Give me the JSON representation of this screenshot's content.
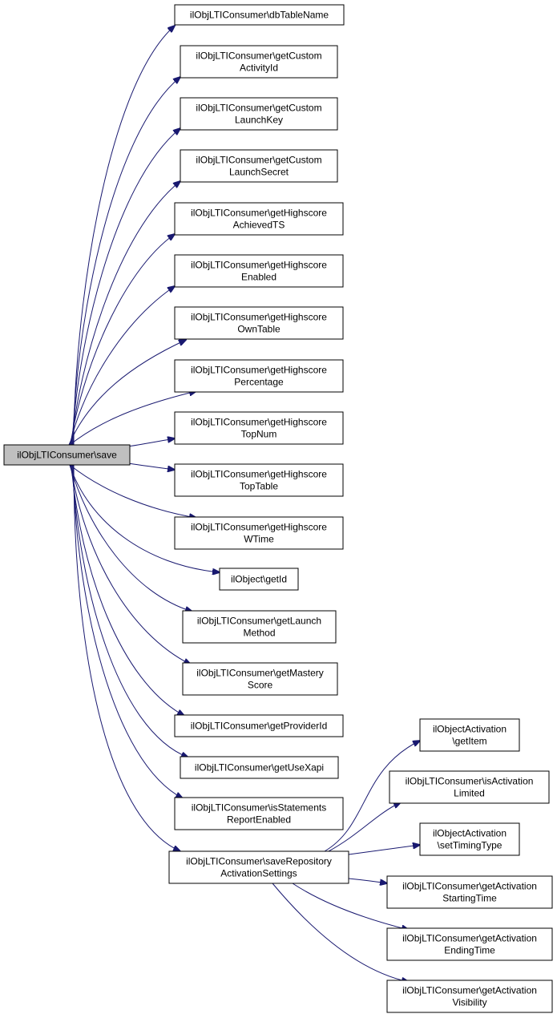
{
  "colors": {
    "edge": "#191970",
    "node_border": "#000000",
    "node_fill": "#ffffff",
    "root_fill": "#bfbfbf",
    "text": "#000000"
  },
  "root": {
    "id": "save",
    "lines": [
      "ilObjLTIConsumer\\save"
    ]
  },
  "nodes": [
    {
      "id": "dbTableName",
      "lines": [
        "ilObjLTIConsumer\\dbTableName"
      ]
    },
    {
      "id": "getCustomActivityId",
      "lines": [
        "ilObjLTIConsumer\\getCustom",
        "ActivityId"
      ]
    },
    {
      "id": "getCustomLaunchKey",
      "lines": [
        "ilObjLTIConsumer\\getCustom",
        "LaunchKey"
      ]
    },
    {
      "id": "getCustomLaunchSecret",
      "lines": [
        "ilObjLTIConsumer\\getCustom",
        "LaunchSecret"
      ]
    },
    {
      "id": "getHighscoreAchievedTS",
      "lines": [
        "ilObjLTIConsumer\\getHighscore",
        "AchievedTS"
      ]
    },
    {
      "id": "getHighscoreEnabled",
      "lines": [
        "ilObjLTIConsumer\\getHighscore",
        "Enabled"
      ]
    },
    {
      "id": "getHighscoreOwnTable",
      "lines": [
        "ilObjLTIConsumer\\getHighscore",
        "OwnTable"
      ]
    },
    {
      "id": "getHighscorePercentage",
      "lines": [
        "ilObjLTIConsumer\\getHighscore",
        "Percentage"
      ]
    },
    {
      "id": "getHighscoreTopNum",
      "lines": [
        "ilObjLTIConsumer\\getHighscore",
        "TopNum"
      ]
    },
    {
      "id": "getHighscoreTopTable",
      "lines": [
        "ilObjLTIConsumer\\getHighscore",
        "TopTable"
      ]
    },
    {
      "id": "getHighscoreWTime",
      "lines": [
        "ilObjLTIConsumer\\getHighscore",
        "WTime"
      ]
    },
    {
      "id": "getId",
      "lines": [
        "ilObject\\getId"
      ]
    },
    {
      "id": "getLaunchMethod",
      "lines": [
        "ilObjLTIConsumer\\getLaunch",
        "Method"
      ]
    },
    {
      "id": "getMasteryScore",
      "lines": [
        "ilObjLTIConsumer\\getMastery",
        "Score"
      ]
    },
    {
      "id": "getProviderId",
      "lines": [
        "ilObjLTIConsumer\\getProviderId"
      ]
    },
    {
      "id": "getUseXapi",
      "lines": [
        "ilObjLTIConsumer\\getUseXapi"
      ]
    },
    {
      "id": "isStatementsReportEnabled",
      "lines": [
        "ilObjLTIConsumer\\isStatements",
        "ReportEnabled"
      ]
    },
    {
      "id": "saveRepositoryActivationSettings",
      "lines": [
        "ilObjLTIConsumer\\saveRepository",
        "ActivationSettings"
      ]
    },
    {
      "id": "getItem",
      "lines": [
        "ilObjectActivation",
        "\\getItem"
      ]
    },
    {
      "id": "isActivationLimited",
      "lines": [
        "ilObjLTIConsumer\\isActivation",
        "Limited"
      ]
    },
    {
      "id": "setTimingType",
      "lines": [
        "ilObjectActivation",
        "\\setTimingType"
      ]
    },
    {
      "id": "getActivationStartingTime",
      "lines": [
        "ilObjLTIConsumer\\getActivation",
        "StartingTime"
      ]
    },
    {
      "id": "getActivationEndingTime",
      "lines": [
        "ilObjLTIConsumer\\getActivation",
        "EndingTime"
      ]
    },
    {
      "id": "getActivationVisibility",
      "lines": [
        "ilObjLTIConsumer\\getActivation",
        "Visibility"
      ]
    }
  ],
  "edges": [
    {
      "from": "save",
      "to": "dbTableName"
    },
    {
      "from": "save",
      "to": "getCustomActivityId"
    },
    {
      "from": "save",
      "to": "getCustomLaunchKey"
    },
    {
      "from": "save",
      "to": "getCustomLaunchSecret"
    },
    {
      "from": "save",
      "to": "getHighscoreAchievedTS"
    },
    {
      "from": "save",
      "to": "getHighscoreEnabled"
    },
    {
      "from": "save",
      "to": "getHighscoreOwnTable"
    },
    {
      "from": "save",
      "to": "getHighscorePercentage"
    },
    {
      "from": "save",
      "to": "getHighscoreTopNum"
    },
    {
      "from": "save",
      "to": "getHighscoreTopTable"
    },
    {
      "from": "save",
      "to": "getHighscoreWTime"
    },
    {
      "from": "save",
      "to": "getId"
    },
    {
      "from": "save",
      "to": "getLaunchMethod"
    },
    {
      "from": "save",
      "to": "getMasteryScore"
    },
    {
      "from": "save",
      "to": "getProviderId"
    },
    {
      "from": "save",
      "to": "getUseXapi"
    },
    {
      "from": "save",
      "to": "isStatementsReportEnabled"
    },
    {
      "from": "save",
      "to": "saveRepositoryActivationSettings"
    },
    {
      "from": "saveRepositoryActivationSettings",
      "to": "getItem"
    },
    {
      "from": "saveRepositoryActivationSettings",
      "to": "isActivationLimited"
    },
    {
      "from": "saveRepositoryActivationSettings",
      "to": "setTimingType"
    },
    {
      "from": "saveRepositoryActivationSettings",
      "to": "getActivationStartingTime"
    },
    {
      "from": "saveRepositoryActivationSettings",
      "to": "getActivationEndingTime"
    },
    {
      "from": "saveRepositoryActivationSettings",
      "to": "getActivationVisibility"
    }
  ]
}
